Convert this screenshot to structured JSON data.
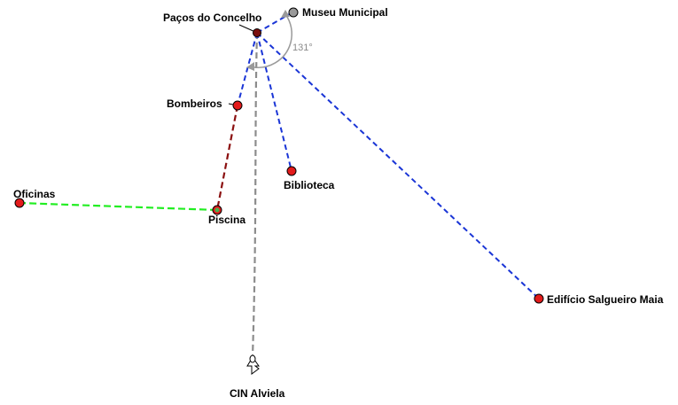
{
  "locations": {
    "pacos": "Paços do Concelho",
    "museu": "Museu Municipal",
    "bombeiros": "Bombeiros",
    "biblioteca": "Biblioteca",
    "oficinas": "Oficinas",
    "piscina": "Piscina",
    "salgueiro": "Edifício Salgueiro Maia",
    "cin": "CIN Alviela"
  },
  "angle": "131°",
  "colors": {
    "route_blue": "#1a35d6",
    "route_darkred": "#8b1010",
    "route_green": "#22ee22",
    "route_gray": "#8c8c8c",
    "marker_red": "#e31b1b",
    "marker_gray": "#9a9a9a"
  },
  "icons": [
    "map-marker-icon",
    "museum-marker-icon",
    "pin-marker-icon"
  ]
}
